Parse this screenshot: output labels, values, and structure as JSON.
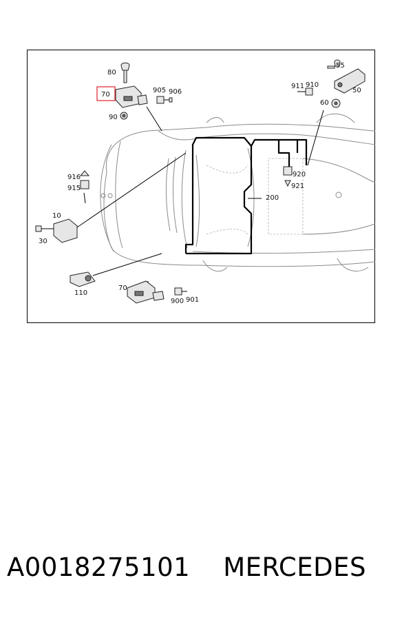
{
  "callouts": {
    "c80": "80",
    "c70_top": "70",
    "c905": "905",
    "c906": "906",
    "c90": "90",
    "c55": "55",
    "c911": "911",
    "c910": "910",
    "c50": "50",
    "c60": "60",
    "c916": "916",
    "c915": "915",
    "c920": "920",
    "c921": "921",
    "c200": "200",
    "c10": "10",
    "c30": "30",
    "c110": "110",
    "c70_bottom": "70",
    "c900": "900",
    "c901": "901"
  },
  "highlight_color": "#e0202a",
  "caption": {
    "part_number": "A0018275101",
    "brand": "MERCEDES"
  }
}
